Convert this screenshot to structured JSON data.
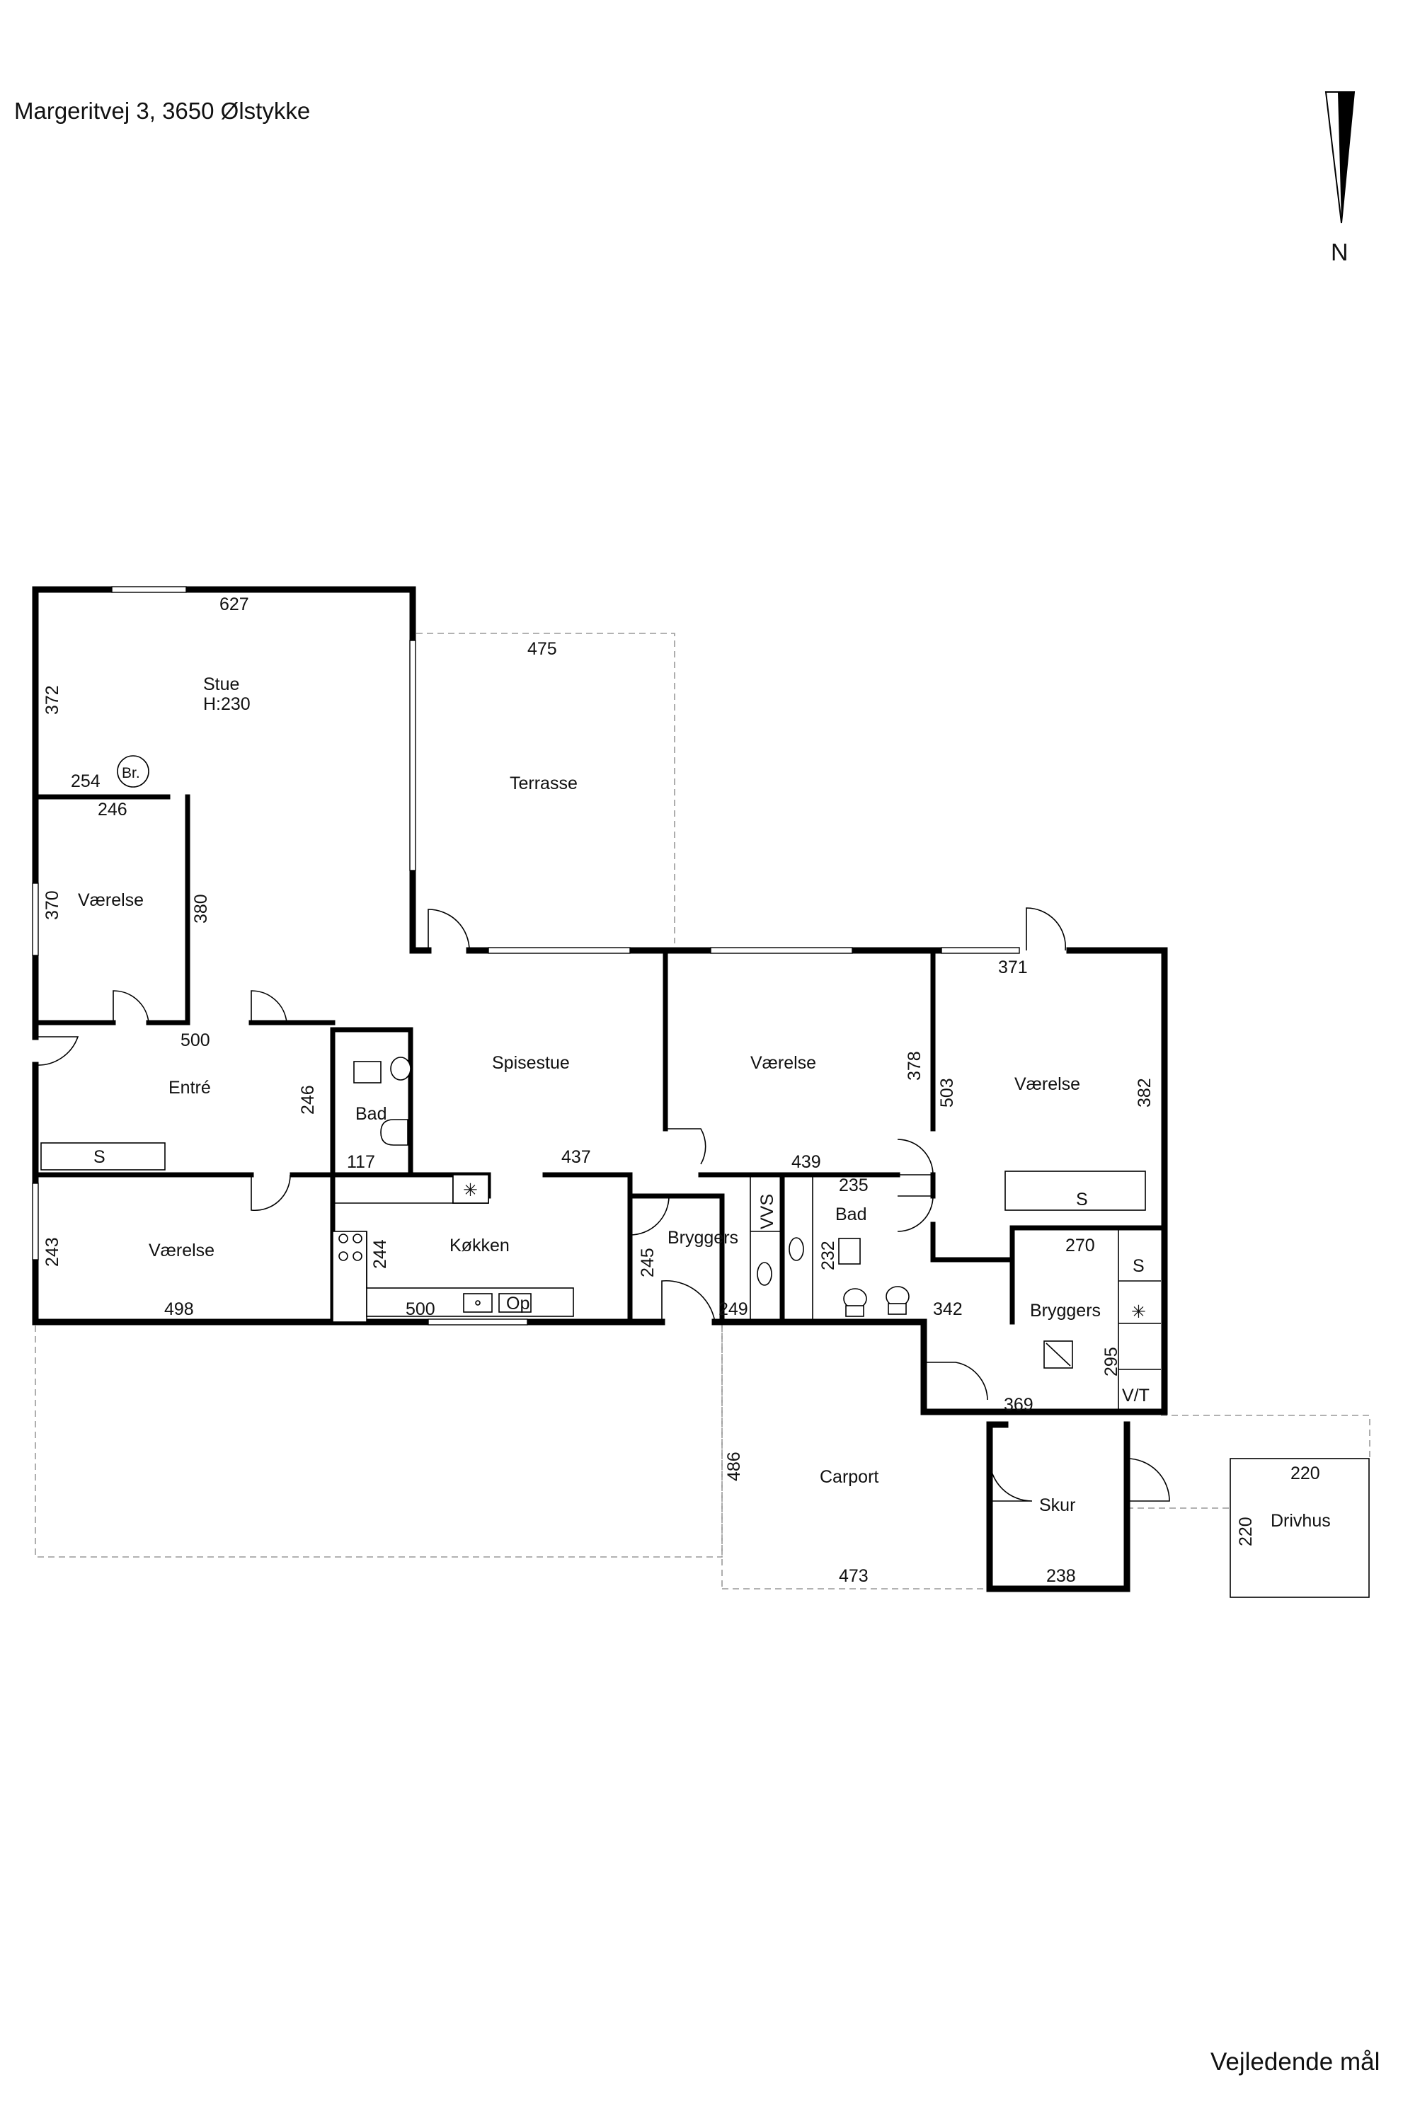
{
  "header": {
    "address": "Margeritvej 3, 3650 Ølstykke",
    "north_label": "N",
    "footnote": "Vejledende mål"
  },
  "rooms": {
    "stue": "Stue",
    "stue_height": "H:230",
    "terrasse": "Terrasse",
    "vaerelse_nw": "Værelse",
    "entre": "Entré",
    "bad_small": "Bad",
    "spisestue": "Spisestue",
    "vaerelse_mid": "Værelse",
    "vaerelse_east": "Værelse",
    "vaerelse_sw": "Værelse",
    "koekken": "Køkken",
    "bryggers_1": "Bryggers",
    "bad_large": "Bad",
    "bryggers_2": "Bryggers",
    "carport": "Carport",
    "skur": "Skur",
    "drivhus": "Drivhus"
  },
  "fixtures": {
    "br": "Br.",
    "s_entre": "S",
    "s_east": "S",
    "s_bryggers": "S",
    "vvs": "VVS",
    "vt": "V/T",
    "op": "Op"
  },
  "dimensions": {
    "stue_w": "627",
    "stue_h": "372",
    "terrasse_w": "475",
    "d254": "254",
    "d246_top": "246",
    "d370": "370",
    "d380": "380",
    "d500_entre": "500",
    "d246_entre": "246",
    "d117": "117",
    "d437": "437",
    "d439": "439",
    "d378": "378",
    "d503": "503",
    "d371": "371",
    "d382": "382",
    "d235": "235",
    "d232": "232",
    "d342": "342",
    "d270": "270",
    "d295": "295",
    "d369": "369",
    "d243": "243",
    "d498": "498",
    "d244": "244",
    "d500_kitchen": "500",
    "d245": "245",
    "d249": "249",
    "d486": "486",
    "d473": "473",
    "d238": "238",
    "d220_w": "220",
    "d220_h": "220"
  }
}
